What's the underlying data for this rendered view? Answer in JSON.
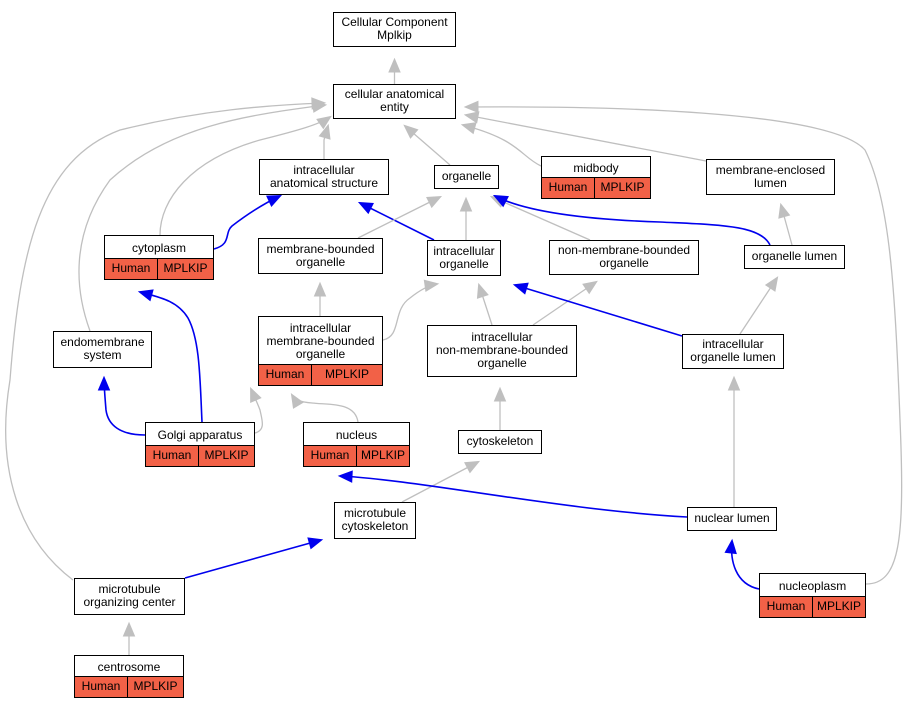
{
  "nodes": {
    "cc": {
      "label": "Cellular Component\nMplkip"
    },
    "cae": {
      "label": "cellular anatomical\nentity"
    },
    "ias": {
      "label": "intracellular\nanatomical structure"
    },
    "org": {
      "label": "organelle"
    },
    "mid": {
      "label": "midbody",
      "tags": [
        "Human",
        "MPLKIP"
      ]
    },
    "mel": {
      "label": "membrane-enclosed\nlumen"
    },
    "cyt": {
      "label": "cytoplasm",
      "tags": [
        "Human",
        "MPLKIP"
      ]
    },
    "mbo": {
      "label": "membrane-bounded\norganelle"
    },
    "io": {
      "label": "intracellular\norganelle"
    },
    "nmbo": {
      "label": "non-membrane-bounded\norganelle"
    },
    "ol": {
      "label": "organelle lumen"
    },
    "ems": {
      "label": "endomembrane\nsystem"
    },
    "imbo": {
      "label": "intracellular\nmembrane-bounded\norganelle",
      "tags": [
        "Human",
        "MPLKIP"
      ]
    },
    "inmbo": {
      "label": "intracellular\nnon-membrane-bounded\norganelle"
    },
    "iol": {
      "label": "intracellular\norganelle lumen"
    },
    "golgi": {
      "label": "Golgi apparatus",
      "tags": [
        "Human",
        "MPLKIP"
      ]
    },
    "nuc": {
      "label": "nucleus",
      "tags": [
        "Human",
        "MPLKIP"
      ]
    },
    "csk": {
      "label": "cytoskeleton"
    },
    "mtc": {
      "label": "microtubule\ncytoskeleton"
    },
    "nl": {
      "label": "nuclear lumen"
    },
    "mtoc": {
      "label": "microtubule\norganizing center"
    },
    "np": {
      "label": "nucleoplasm",
      "tags": [
        "Human",
        "MPLKIP"
      ]
    },
    "cent": {
      "label": "centrosome",
      "tags": [
        "Human",
        "MPLKIP"
      ]
    }
  },
  "edges": [
    {
      "from": "cae",
      "to": "cc",
      "type": "is_a"
    },
    {
      "from": "ias",
      "to": "cae",
      "type": "is_a"
    },
    {
      "from": "org",
      "to": "cae",
      "type": "is_a"
    },
    {
      "from": "mid",
      "to": "cae",
      "type": "is_a"
    },
    {
      "from": "mel",
      "to": "cae",
      "type": "is_a"
    },
    {
      "from": "cyt",
      "to": "cae",
      "type": "is_a"
    },
    {
      "from": "ems",
      "to": "cae",
      "type": "is_a"
    },
    {
      "from": "mtoc",
      "to": "cae",
      "type": "is_a"
    },
    {
      "from": "np",
      "to": "cae",
      "type": "is_a"
    },
    {
      "from": "cyt",
      "to": "ias",
      "type": "part_of"
    },
    {
      "from": "io",
      "to": "ias",
      "type": "part_of"
    },
    {
      "from": "mbo",
      "to": "org",
      "type": "is_a"
    },
    {
      "from": "io",
      "to": "org",
      "type": "is_a"
    },
    {
      "from": "nmbo",
      "to": "org",
      "type": "is_a"
    },
    {
      "from": "ol",
      "to": "org",
      "type": "part_of"
    },
    {
      "from": "ol",
      "to": "mel",
      "type": "is_a"
    },
    {
      "from": "imbo",
      "to": "mbo",
      "type": "is_a"
    },
    {
      "from": "imbo",
      "to": "io",
      "type": "is_a"
    },
    {
      "from": "inmbo",
      "to": "io",
      "type": "is_a"
    },
    {
      "from": "inmbo",
      "to": "nmbo",
      "type": "is_a"
    },
    {
      "from": "iol",
      "to": "io",
      "type": "part_of"
    },
    {
      "from": "iol",
      "to": "ol",
      "type": "is_a"
    },
    {
      "from": "golgi",
      "to": "ems",
      "type": "part_of"
    },
    {
      "from": "golgi",
      "to": "cyt",
      "type": "part_of"
    },
    {
      "from": "golgi",
      "to": "imbo",
      "type": "is_a"
    },
    {
      "from": "nuc",
      "to": "imbo",
      "type": "is_a"
    },
    {
      "from": "csk",
      "to": "inmbo",
      "type": "is_a"
    },
    {
      "from": "mtc",
      "to": "csk",
      "type": "is_a"
    },
    {
      "from": "nl",
      "to": "iol",
      "type": "is_a"
    },
    {
      "from": "nl",
      "to": "nuc",
      "type": "part_of"
    },
    {
      "from": "mtoc",
      "to": "mtc",
      "type": "part_of"
    },
    {
      "from": "np",
      "to": "nl",
      "type": "part_of"
    },
    {
      "from": "cent",
      "to": "mtoc",
      "type": "is_a"
    }
  ],
  "colors": {
    "is_a": "#bfbfbf",
    "part_of": "#0000ee",
    "annotation_fill": "#f26147",
    "node_border": "#000000"
  }
}
